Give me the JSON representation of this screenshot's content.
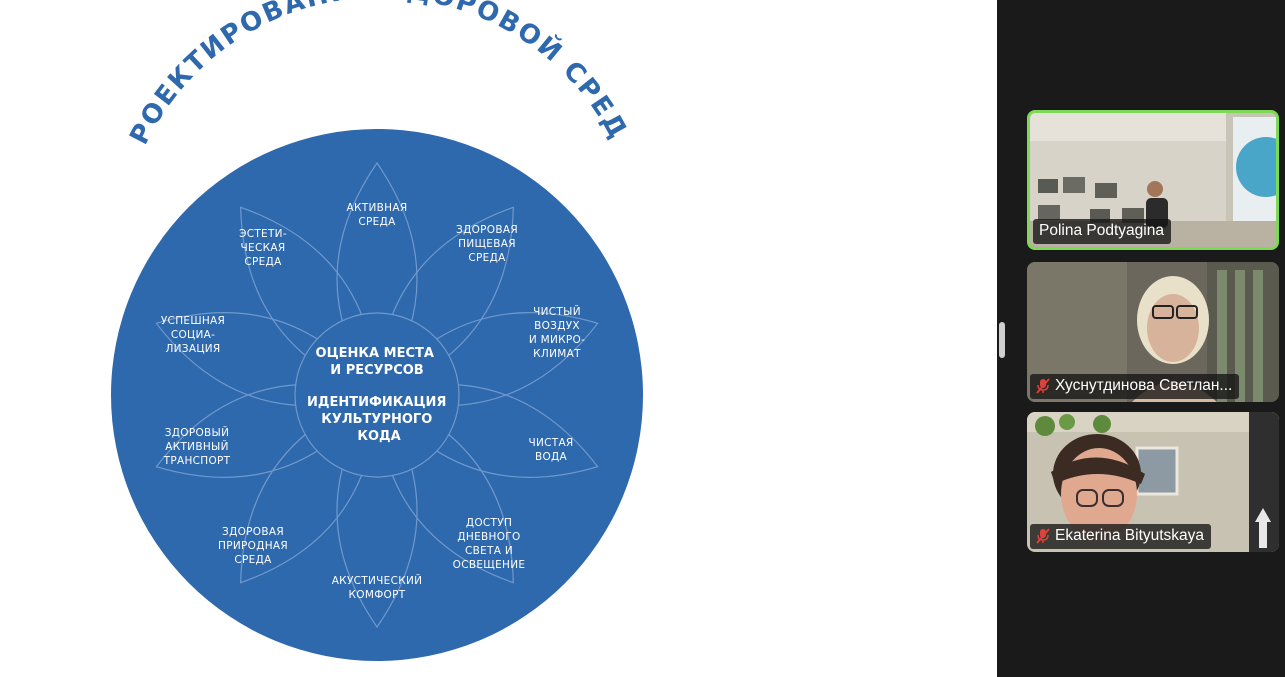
{
  "slide": {
    "title": "ПРОЕКТИРОВАНИЕ ЗДОРОВОЙ СРЕДЫ",
    "center": {
      "top_lines": [
        "ОЦЕНКА МЕСТА",
        "И РЕСУРСОВ"
      ],
      "bottom_lines": [
        "ИДЕНТИФИКАЦИЯ",
        "КУЛЬТУРНОГО",
        "КОДА"
      ]
    },
    "petals": [
      {
        "lines": [
          "АКТИВНАЯ",
          "СРЕДА"
        ]
      },
      {
        "lines": [
          "ЗДОРОВАЯ",
          "ПИЩЕВАЯ",
          "СРЕДА"
        ]
      },
      {
        "lines": [
          "ЧИСТЫЙ",
          "ВОЗДУХ",
          "И МИКРО-",
          "КЛИМАТ"
        ]
      },
      {
        "lines": [
          "ЧИСТАЯ",
          "ВОДА"
        ]
      },
      {
        "lines": [
          "ДОСТУП",
          "ДНЕВНОГО",
          "СВЕТА И",
          "ОСВЕЩЕНИЕ"
        ]
      },
      {
        "lines": [
          "АКУСТИЧЕСКИЙ",
          "КОМФОРТ"
        ]
      },
      {
        "lines": [
          "ЗДОРОВАЯ",
          "ПРИРОДНАЯ",
          "СРЕДА"
        ]
      },
      {
        "lines": [
          "ЗДОРОВЫЙ",
          "АКТИВНЫЙ",
          "ТРАНСПОРТ"
        ]
      },
      {
        "lines": [
          "УСПЕШНАЯ",
          "СОЦИА-",
          "ЛИЗАЦИЯ"
        ]
      },
      {
        "lines": [
          "ЭСТЕТИ-",
          "ЧЕСКАЯ",
          "СРЕДА"
        ]
      }
    ],
    "colors": {
      "circle": "#2e68ad",
      "lines": "#6f99cc",
      "title": "#2e68ad"
    }
  },
  "participants": [
    {
      "name": "Polina Podtyagina",
      "muted": false,
      "active_speaker": true
    },
    {
      "name": "Хуснутдинова Светлан...",
      "muted": true,
      "active_speaker": false
    },
    {
      "name": "Ekaterina Bityutskaya",
      "muted": true,
      "active_speaker": false
    }
  ],
  "colors": {
    "active_border": "#7ed957",
    "muted_icon": "#e0413a"
  }
}
